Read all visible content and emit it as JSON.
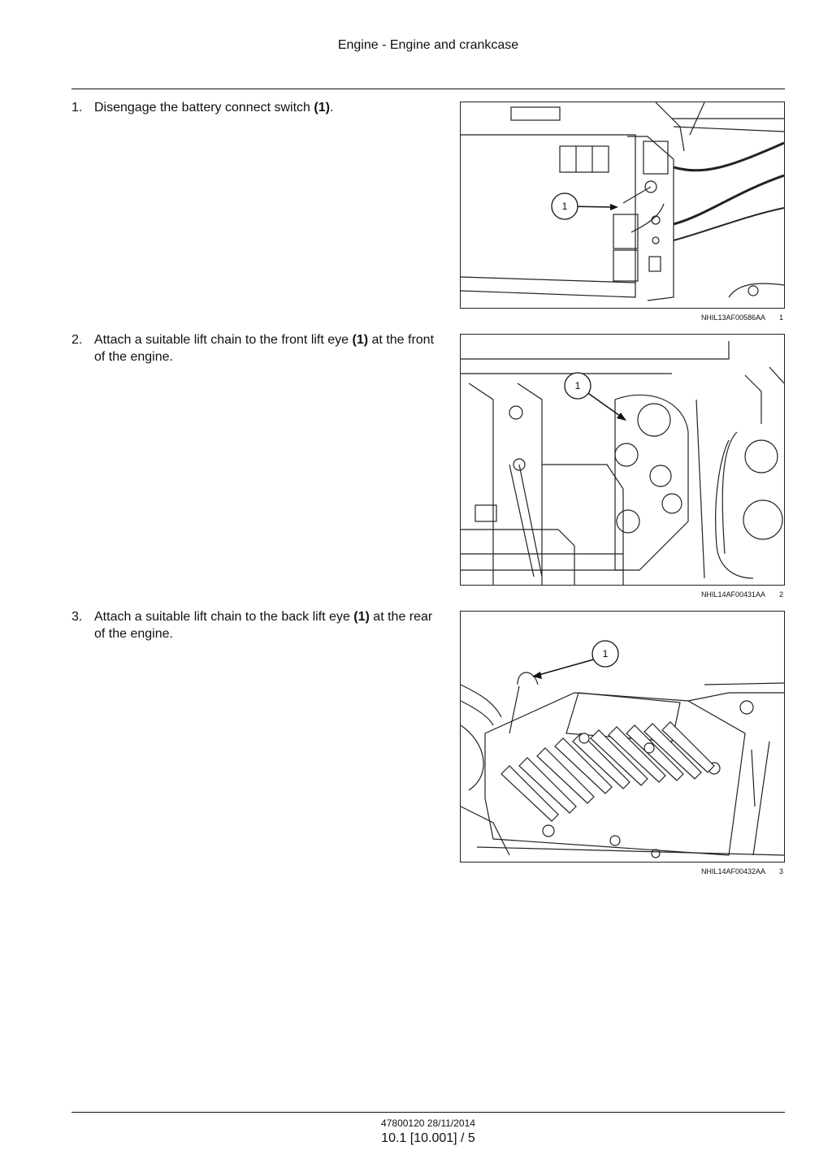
{
  "header": {
    "title": "Engine - Engine and crankcase"
  },
  "steps": [
    {
      "number": "1.",
      "text_before": "Disengage the battery connect switch ",
      "ref": "(1)",
      "text_after": "."
    },
    {
      "number": "2.",
      "text_before": "Attach a suitable lift chain to the front lift eye ",
      "ref": "(1)",
      "text_after": " at the front of the engine."
    },
    {
      "number": "3.",
      "text_before": "Attach a suitable lift chain to the back lift eye ",
      "ref": "(1)",
      "text_after": " at the rear of the engine."
    }
  ],
  "figures": [
    {
      "callout": "1",
      "code": "NHIL13AF00586AA",
      "number": "1"
    },
    {
      "callout": "1",
      "code": "NHIL14AF00431AA",
      "number": "2"
    },
    {
      "callout": "1",
      "code": "NHIL14AF00432AA",
      "number": "3"
    }
  ],
  "footer": {
    "doc_ref": "47800120 28/11/2014",
    "page": "10.1 [10.001] / 5"
  }
}
